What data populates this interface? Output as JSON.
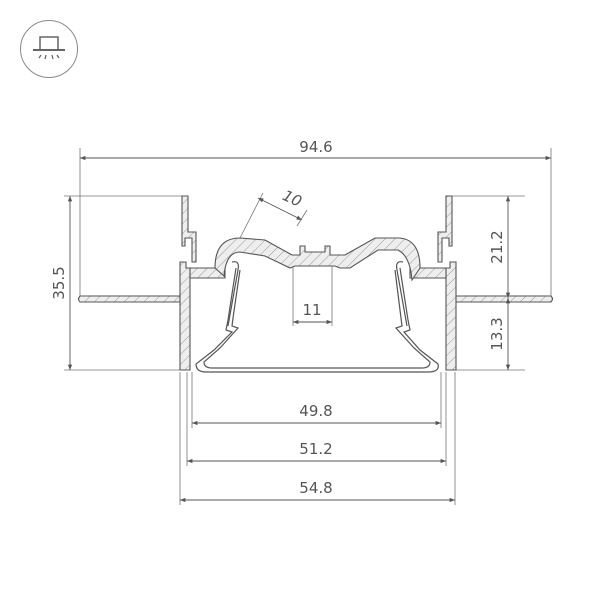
{
  "icon": {
    "name": "recessed-ceiling-light-icon"
  },
  "colors": {
    "line": "#555555",
    "hatch": "#999999",
    "profile_fill": "#ececec"
  },
  "dimensions": {
    "overall_width": "94.6",
    "diffuser_arc": "10",
    "total_height": "35.5",
    "upper_height": "21.2",
    "lower_height": "13.3",
    "slot_width": "11",
    "inner_width": "49.8",
    "mid_width": "51.2",
    "outer_width": "54.8"
  }
}
